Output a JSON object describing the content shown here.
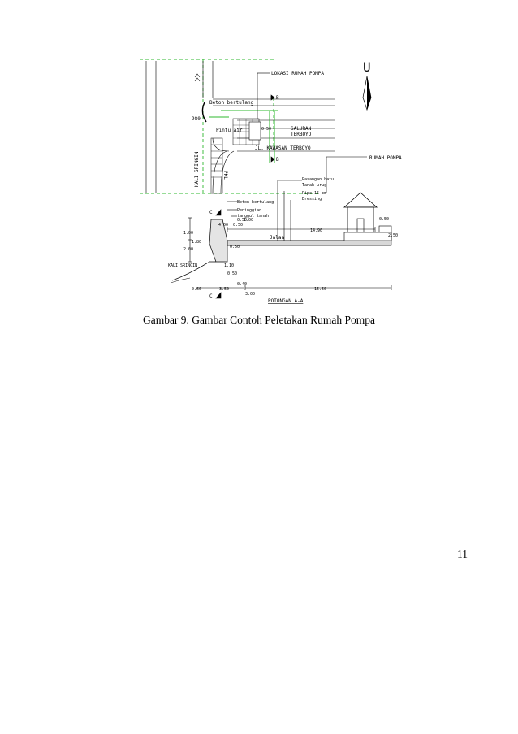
{
  "figure": {
    "plan": {
      "lokasi": "LOKASI RUMAH POMPA",
      "north": "U",
      "beton": "Beton bertulang",
      "pintu": "Pintu air",
      "saluran1": "SALURAN",
      "saluran2": "TERBOYO",
      "jalan": "JL. KAWASAN TERBOYO",
      "kali": "KALI SRINGIN",
      "pkl": "PKL",
      "b_top": "B",
      "b_bottom": "B",
      "dim_980": "980",
      "dim_050": "0.50",
      "rumah": "RUMAH POMPA"
    },
    "section": {
      "pasangan": "Pasangan batu",
      "tanah": "Tanah urug",
      "pipa": "Pipa 15 cm",
      "dressing": "Dressing",
      "beton": "Beton bertulang",
      "peninggian": "Peninggian",
      "tanggul": "tanggul tanah",
      "jalan": "Jalan",
      "kali": "KALI SRINGIN",
      "c_top": "C",
      "c_bottom": "C",
      "d_100": "1.00",
      "d_180": "1.80",
      "d_200": "2.00",
      "d_050a": "0.50",
      "d_050b": "0.50",
      "d_050c": "0.50",
      "d_050d": "0.50",
      "d_050e": "0.50",
      "d_110": "1.10",
      "d_400": "4.00",
      "d_1490": "14.90",
      "d_250": "2.50",
      "d_100b": "1.00",
      "d_060": "0.60",
      "d_350": "3.50",
      "d_1550": "15.50",
      "d_040": "0.40",
      "d_300": "3.00",
      "potongan": "POTONGAN A-A"
    }
  },
  "caption": "Gambar 9. Gambar Contoh Peletakan Rumah Pompa",
  "page_number": "11"
}
